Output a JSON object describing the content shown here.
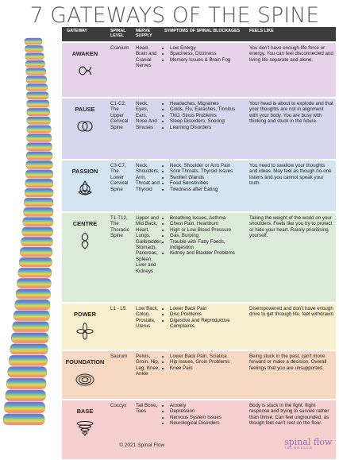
{
  "title": "7 GATEWAYS OF THE SPINE",
  "headers": [
    "GATEWAY",
    "SPINAL LEVEL",
    "NERVE SUPPLY",
    "SYMPTOMS OF SPINAL BLOCKAGES",
    "FEELS LIKE"
  ],
  "rows": [
    {
      "gateway": "AWAKEN",
      "symbol": "infinity-icon",
      "color": "#e7d4ea",
      "level": "Cranium",
      "nerve": "Head, Brain and Cranial Nerves",
      "symptoms": [
        "Low Energy",
        "Spaciness, Dizziness",
        "Memory Issues & Brain Fog"
      ],
      "feels": "You don't have enough life force or energy. You can feel disconnected and living life separate and alone."
    },
    {
      "gateway": "PAUSE",
      "symbol": "double-circle-icon",
      "color": "#d8d6ee",
      "level": "C1-C2, The Upper Cervical Spine",
      "nerve": "Neck, Eyes, Ears, Nose And Sinuses",
      "symptoms": [
        "Headaches, Migraines",
        "Colds, Flu, Earaches, Tinnitus",
        "TMJ, Sinus Problems",
        "Sleep Disorders, Snoring",
        "Learning Disorders"
      ],
      "feels": "Your head is about to explode and that your thoughts are not in alignment with your body. You are busy with thinking and stuck in the future."
    },
    {
      "gateway": "PASSION",
      "symbol": "triquetra-icon",
      "color": "#d4e4f1",
      "level": "C3-C7, The Lower Cervical Spine",
      "nerve": "Neck, Shoulders, Arm, Throat and Thyroid",
      "symptoms": [
        "Neck, Shoulder or Arm Pain",
        "Sore Throats, Thyroid Issues",
        "Swollen Glands",
        "Food Sensitivities",
        "Tiredness after Eating"
      ],
      "feels": "You need to swallow your thoughts and ideas. May feel as though no-one listens and you cannot speak your truth."
    },
    {
      "gateway": "CENTRE",
      "symbol": "spiral-knot-icon",
      "color": "#dcebd8",
      "level": "T1-T12, The Thoracic Spine",
      "nerve": "Upper and Mid Back, Heart, Lungs, Gallbladder, Stomach, Pancreas, Spleen, Liver and Kidneys",
      "symptoms": [
        "Breathing Issues, Asthma",
        "Chest Pain, Heartburn",
        "High or Low Blood Pressure",
        "Gas, Burping",
        "Trouble with Fatty Foods, Indigestion",
        "Kidney and Bladder Problems"
      ],
      "feels": "Taking the weight of the world on your shoulders. Feels like you try to protect or hide your heart. Rarely prioritising yourself."
    },
    {
      "gateway": "POWER",
      "symbol": "flower-icon",
      "color": "#f7efcd",
      "level": "L1 - L5",
      "nerve": "Low Back, Colon, Prostate, Uterus",
      "symptoms": [
        "Lower Back Pain",
        "Disc Problems",
        "Digestive and Reproductive Complaints"
      ],
      "feels": "Disempowered and don't have enough drive to get through life, feel withdrawn"
    },
    {
      "gateway": "FOUNDATION",
      "symbol": "concentric-rings-icon",
      "color": "#f7d9c3",
      "level": "Sacrum",
      "nerve": "Pelvis, Groin, Hip, Leg, Knee, Ankle",
      "symptoms": [
        "Lower Back Pain, Sciatica",
        "Hip Issues, Groin Problems",
        "Knee Pain"
      ],
      "feels": "Being stuck in the past, can't move forward or make a decision. Overall feelings that you are unsupported."
    },
    {
      "gateway": "BASE",
      "symbol": "spiral-cone-icon",
      "color": "#f6cfcf",
      "level": "Coccyx",
      "nerve": "Tail Bone, Toes",
      "symptoms": [
        "Anxiety",
        "Depression",
        "Nervous System Issues",
        "Neurological Disorders"
      ],
      "feels": "Body is stuck in the fight: flight response and trying to survive rather than thrive. Can feel ungrounded, as though feet can't rest on the floor."
    }
  ],
  "footer": "© 2021  Spinal Flow",
  "brand": "spinal flow",
  "brand_tagline": "TECHNIQUE"
}
